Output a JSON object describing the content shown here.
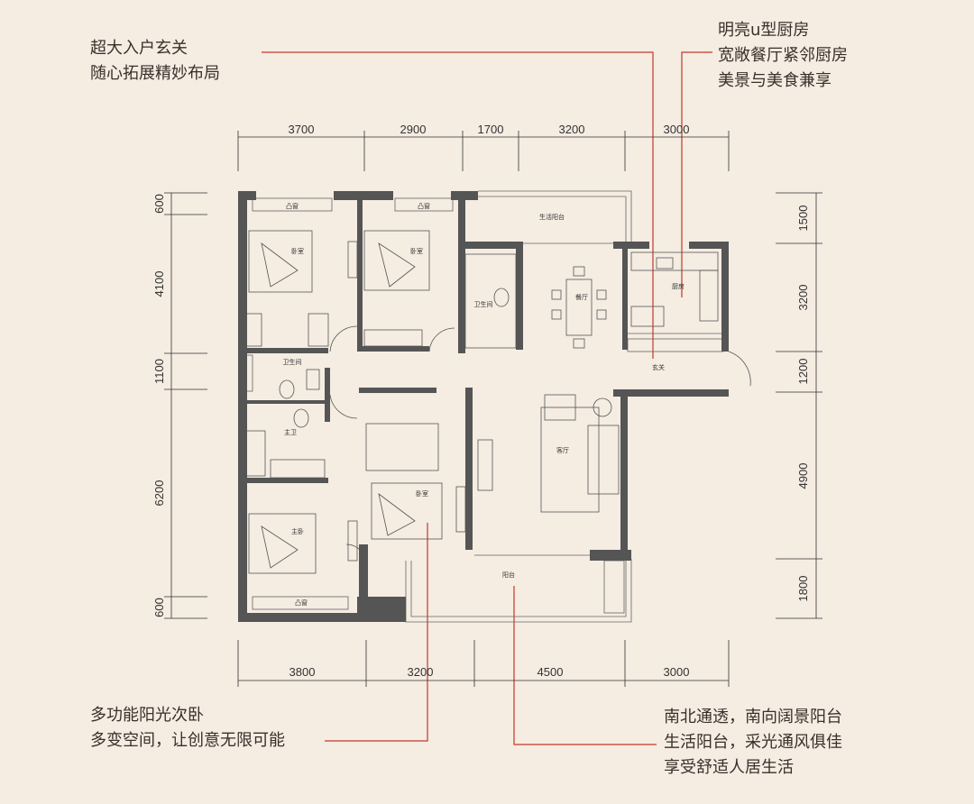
{
  "annotations": {
    "entrance": [
      "超大入户玄关",
      "随心拓展精妙布局"
    ],
    "kitchen": [
      "明亮u型厨房",
      "宽敞餐厅紧邻厨房",
      "美景与美食兼享"
    ],
    "bedroom": [
      "多功能阳光次卧",
      "多变空间，让创意无限可能"
    ],
    "balcony": [
      "南北通透，南向阔景阳台",
      "生活阳台，采光通风俱佳",
      "享受舒适人居生活"
    ]
  },
  "dimensions": {
    "top": [
      "3700",
      "2900",
      "1700",
      "3200",
      "3000"
    ],
    "bottom": [
      "3800",
      "3200",
      "4500",
      "3000"
    ],
    "left": [
      "600",
      "4100",
      "1100",
      "6200",
      "600"
    ],
    "right": [
      "1500",
      "3200",
      "1200",
      "4900",
      "1800"
    ]
  },
  "rooms": {
    "bay_window": "凸窗",
    "bedroom": "卧室",
    "living_balcony": "生活阳台",
    "bathroom": "卫生间",
    "master_bath": "主卫",
    "master_bedroom": "主卧",
    "dining": "餐厅",
    "kitchen": "厨房",
    "entrance": "玄关",
    "living": "客厅",
    "balcony": "阳台"
  },
  "colors": {
    "background": "#f5ece2",
    "wall": "#555555",
    "leader_line": "#c0392b"
  }
}
